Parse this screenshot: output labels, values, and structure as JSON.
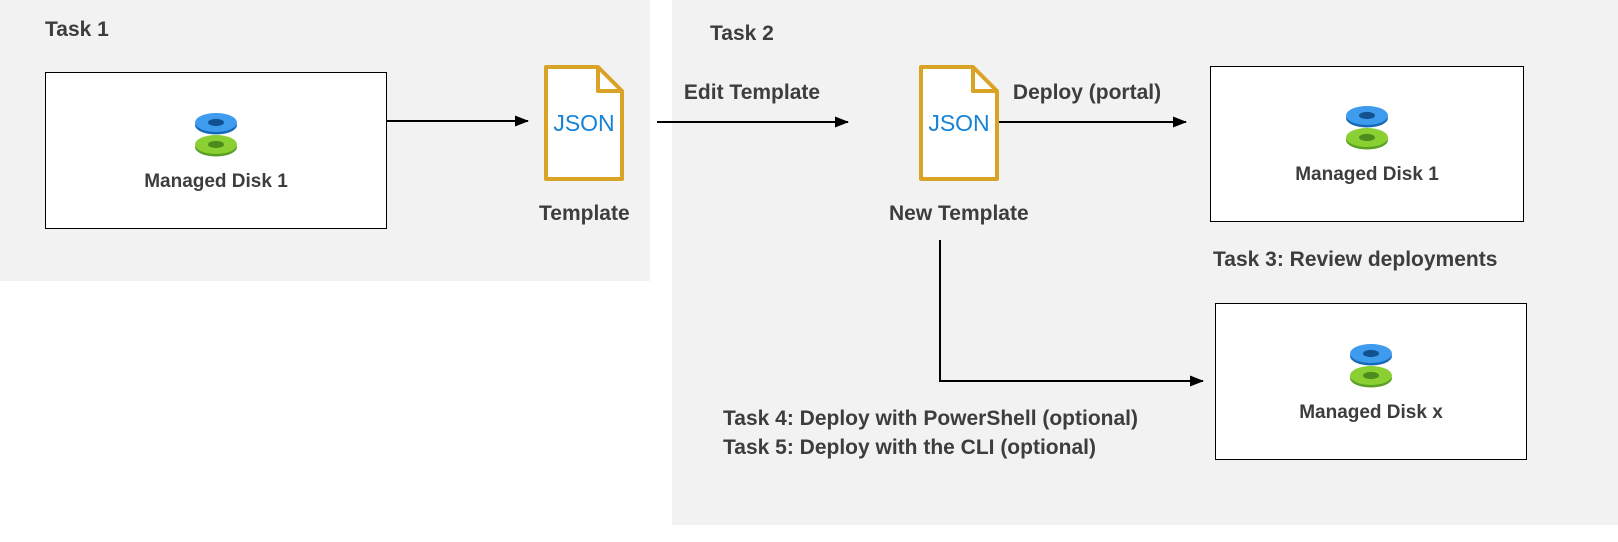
{
  "colors": {
    "panel_bg": "#f2f2f2",
    "text": "#3d3d3d",
    "box_border": "#000000",
    "arrow": "#000000",
    "json_icon_stroke": "#d9a426",
    "json_icon_text": "#1583d7",
    "disk_blue_top": "#3e9bee",
    "disk_blue_side": "#1668b8",
    "disk_blue_hole": "#11518f",
    "disk_green_top": "#8ad033",
    "disk_green_side": "#5aa021",
    "disk_green_hole": "#4c8c1c"
  },
  "task1": {
    "label": "Task 1",
    "disk_box": {
      "label": "Managed Disk 1"
    },
    "template": {
      "icon_text": "JSON",
      "label": "Template"
    }
  },
  "task2": {
    "label": "Task 2",
    "edit_arrow_label": "Edit Template",
    "new_template": {
      "icon_text": "JSON",
      "label": "New Template"
    },
    "deploy_arrow_label": "Deploy (portal)",
    "disk_box": {
      "label": "Managed Disk 1"
    }
  },
  "task3": {
    "label": "Task 3: Review deployments",
    "disk_box": {
      "label": "Managed Disk x"
    }
  },
  "task4": {
    "label": "Task 4: Deploy with PowerShell (optional)"
  },
  "task5": {
    "label": "Task 5: Deploy with the CLI (optional)"
  }
}
